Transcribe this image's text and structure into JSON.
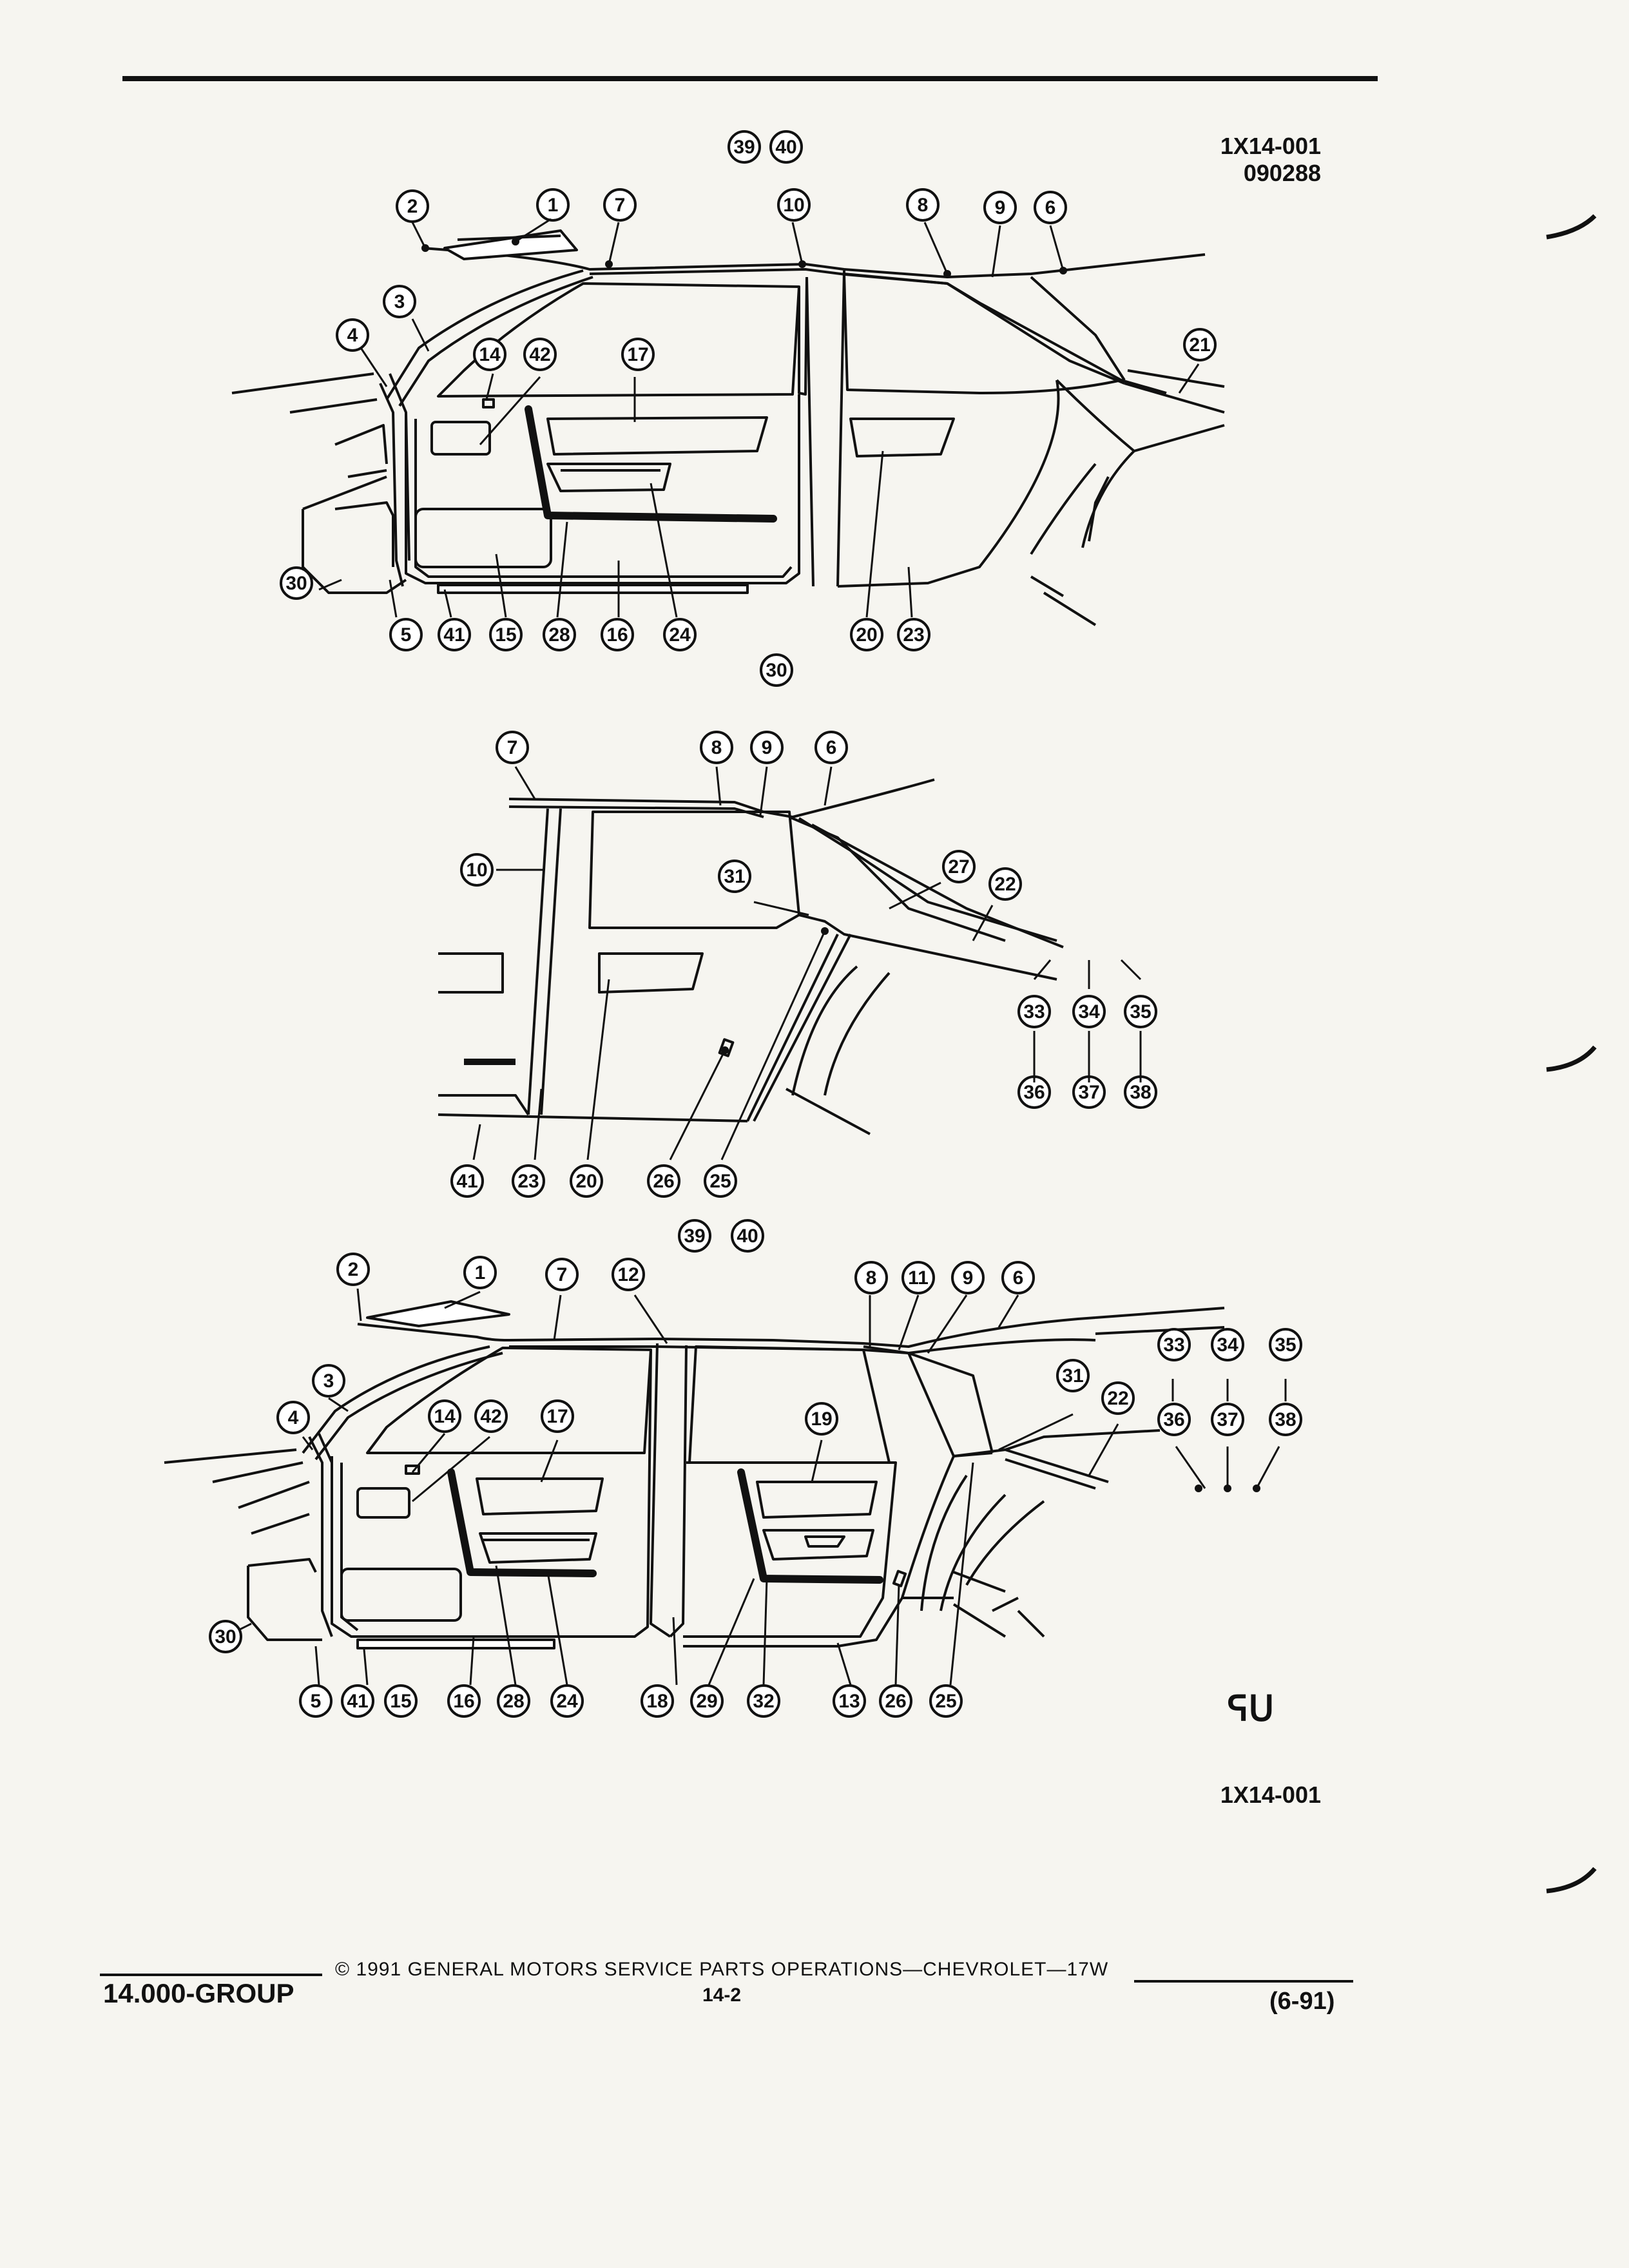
{
  "header": {
    "code": "1X14-001",
    "date_code": "090288"
  },
  "bottom_code": "1X14-001",
  "logo_text": "ᕋᑌ",
  "footer": {
    "copyright": "© 1991 GENERAL MOTORS SERVICE PARTS OPERATIONS—CHEVROLET—17W",
    "group": "14.000-GROUP",
    "page": "14-2",
    "date": "(6-91)"
  },
  "views": [
    {
      "name": "two-door-side-view",
      "callouts": [
        "39",
        "40",
        "2",
        "1",
        "7",
        "10",
        "8",
        "9",
        "6",
        "3",
        "4",
        "14",
        "42",
        "17",
        "21",
        "30",
        "5",
        "41",
        "15",
        "28",
        "16",
        "24",
        "20",
        "23",
        "30"
      ]
    },
    {
      "name": "rear-quarter-detail-view",
      "callouts": [
        "7",
        "8",
        "9",
        "6",
        "10",
        "31",
        "27",
        "22",
        "33",
        "34",
        "35",
        "36",
        "37",
        "38",
        "41",
        "23",
        "20",
        "26",
        "25",
        "39",
        "40"
      ]
    },
    {
      "name": "four-door-side-view",
      "callouts": [
        "2",
        "1",
        "7",
        "12",
        "8",
        "11",
        "9",
        "6",
        "33",
        "34",
        "35",
        "36",
        "37",
        "38",
        "3",
        "4",
        "14",
        "42",
        "17",
        "19",
        "31",
        "22",
        "30",
        "5",
        "41",
        "15",
        "16",
        "28",
        "24",
        "18",
        "29",
        "32",
        "13",
        "26",
        "25"
      ]
    }
  ]
}
